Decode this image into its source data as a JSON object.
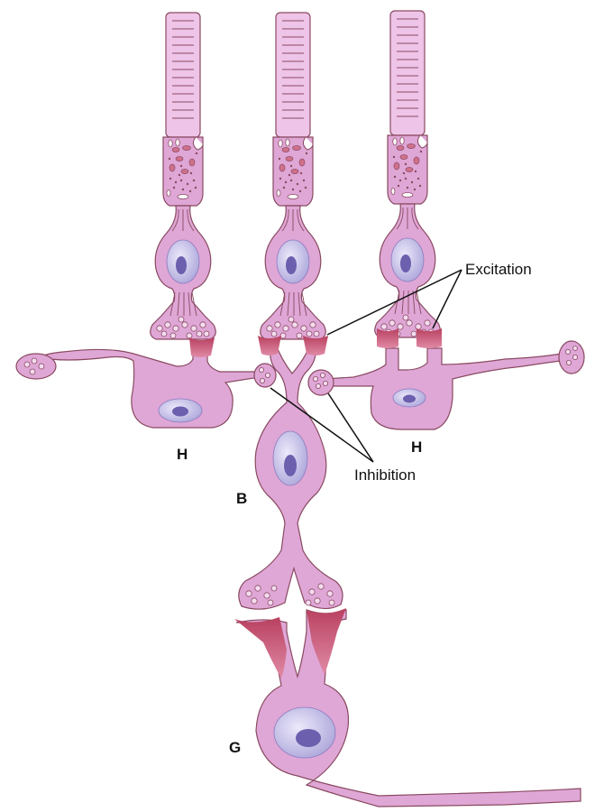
{
  "labels": {
    "excitation": "Excitation",
    "inhibition": "Inhibition",
    "horizontal_left": "H",
    "horizontal_right": "H",
    "bipolar": "B",
    "ganglion": "G"
  },
  "colors": {
    "cell_fill": "#dfa7d6",
    "cell_fill_light": "#eec4e8",
    "cell_stroke": "#8a4a62",
    "nucleus_fill": "#b4b0e0",
    "nucleolus_fill": "#6c5fae",
    "synapse_fill": "#c0506f",
    "vesicle_fill": "#f4dcef",
    "leader_line": "#111111"
  }
}
